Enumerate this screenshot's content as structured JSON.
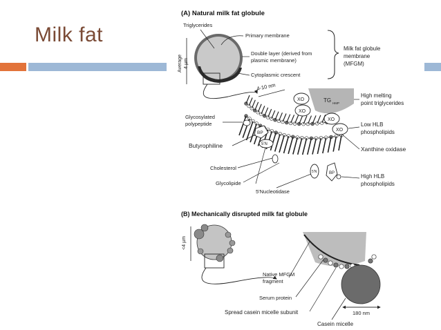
{
  "slide": {
    "title": "Milk fat"
  },
  "panel_a": {
    "heading": "(A) Natural milk fat globule",
    "size_label": "Average 4 µm",
    "size_label_line1": "Average",
    "size_label_line2": "4 µm",
    "labels": {
      "triglycerides": "Triglycerides",
      "primary_membrane": "Primary membrane",
      "double_layer_1": "Double layer (derived from",
      "double_layer_2": "plasmic membrane)",
      "cytoplasmic_crescent": "Cytoplasmic  crescent",
      "mfgm_1": "Milk fat globule",
      "mfgm_2": "membrane",
      "mfgm_3": "(MFGM)",
      "thickness": "4-10 nm",
      "high_melting_1": "High melting",
      "high_melting_2": "point triglycerides",
      "tg": "TG",
      "tg_sub": "HMP",
      "glyco_1": "Glycosylated",
      "glyco_2": "polypeptide",
      "butyrophiline": "Butyrophiline",
      "cholesterol": "Cholesterol",
      "glycolipide": "Glycolipide",
      "nucleotidase": "5'Nucleotidase",
      "low_hlb_1": "Low HLB",
      "low_hlb_2": "phospholipids",
      "xanthine": "Xanthine oxidase",
      "high_hlb_1": "High HLB",
      "high_hlb_2": "phospholipids",
      "xo": "XO",
      "bp": "BP",
      "sn": "5'N"
    }
  },
  "panel_b": {
    "heading": "(B) Mechanically disrupted milk fat globule",
    "size_label": "<4 µm",
    "labels": {
      "native_1": "Native MFGM",
      "native_2": "fragment",
      "serum": "Serum protein",
      "spread": "Spread casein micelle subunit",
      "casein": "Casein micelle",
      "nm180": "180 nm"
    }
  }
}
